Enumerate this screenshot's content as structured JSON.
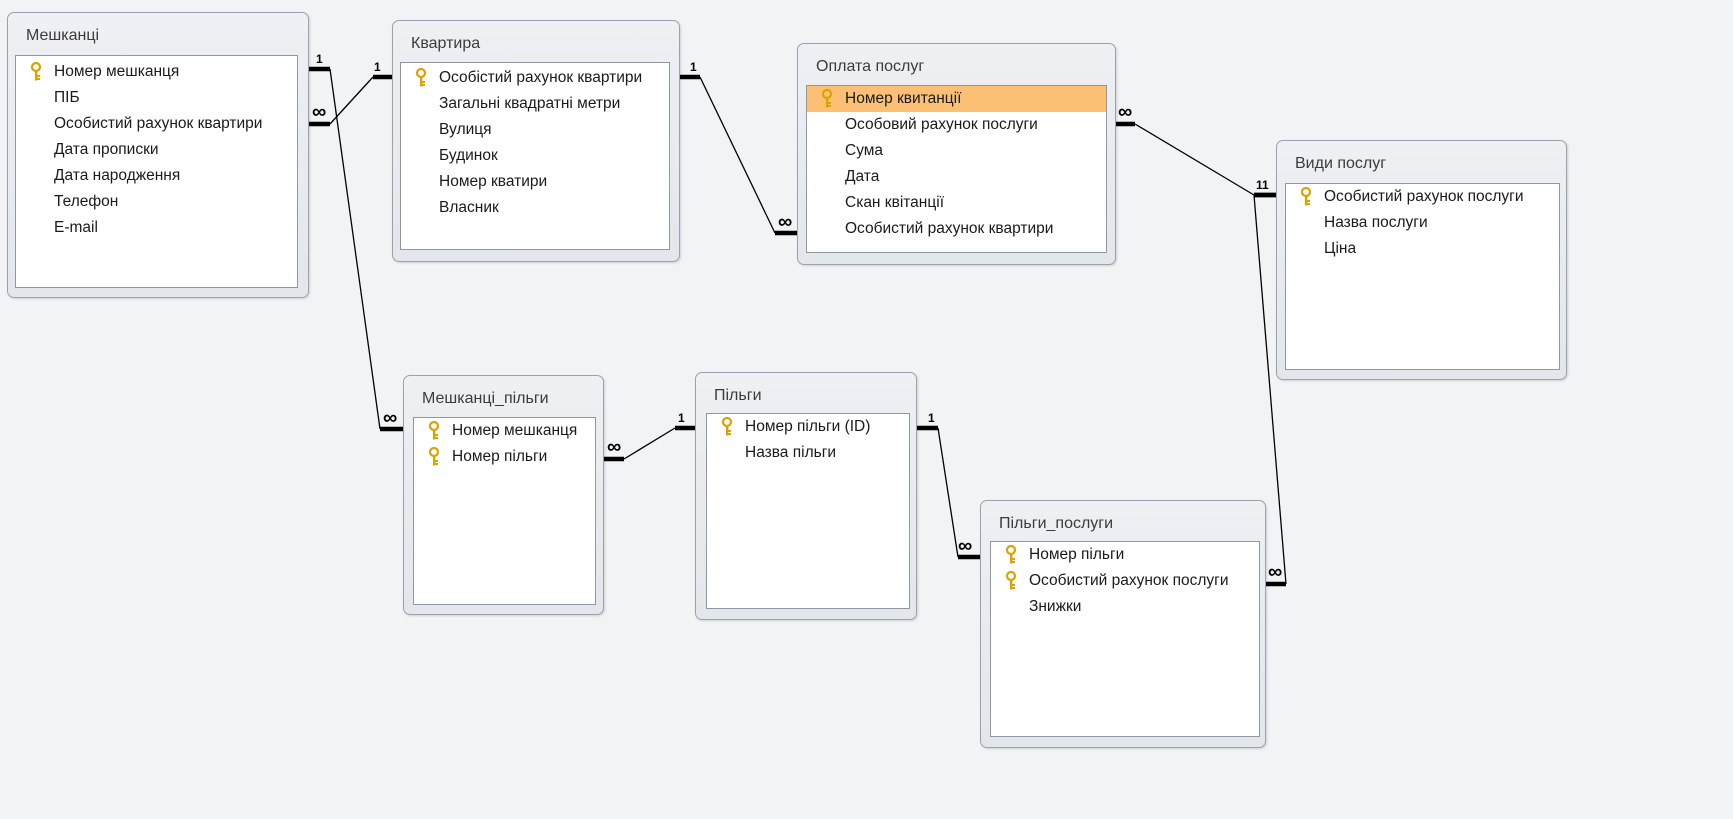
{
  "tables": {
    "meshkantsi": {
      "title": "Мешканці",
      "fields": [
        {
          "name": "Номер мешканця",
          "key": true
        },
        {
          "name": "ПІБ",
          "key": false
        },
        {
          "name": "Особистий рахунок квартири",
          "key": false
        },
        {
          "name": "Дата прописки",
          "key": false
        },
        {
          "name": "Дата народження",
          "key": false
        },
        {
          "name": "Телефон",
          "key": false
        },
        {
          "name": "E-mail",
          "key": false
        }
      ]
    },
    "kvartyra": {
      "title": "Квартира",
      "fields": [
        {
          "name": "Особістий рахунок квартири",
          "key": true
        },
        {
          "name": "Загальні квадратні метри",
          "key": false
        },
        {
          "name": "Вулиця",
          "key": false
        },
        {
          "name": "Будинок",
          "key": false
        },
        {
          "name": "Номер кватири",
          "key": false
        },
        {
          "name": "Власник",
          "key": false
        }
      ]
    },
    "oplata": {
      "title": "Оплата послуг",
      "fields": [
        {
          "name": "Номер квитанції",
          "key": true,
          "selected": true
        },
        {
          "name": "Особовий рахунок послуги",
          "key": false
        },
        {
          "name": "Сума",
          "key": false
        },
        {
          "name": "Дата",
          "key": false
        },
        {
          "name": "Скан квітанції",
          "key": false
        },
        {
          "name": "Особистий рахунок квартири",
          "key": false
        }
      ]
    },
    "vydy": {
      "title": "Види послуг",
      "fields": [
        {
          "name": "Особистий рахунок послуги",
          "key": true
        },
        {
          "name": "Назва послуги",
          "key": false
        },
        {
          "name": "Ціна",
          "key": false
        }
      ]
    },
    "meshkantsi_pilhy": {
      "title": "Мешканці_пільги",
      "fields": [
        {
          "name": "Номер мешканця",
          "key": true
        },
        {
          "name": "Номер пільги",
          "key": true
        }
      ]
    },
    "pilhy": {
      "title": "Пільги",
      "fields": [
        {
          "name": "Номер пільги (ID)",
          "key": true
        },
        {
          "name": "Назва пільги",
          "key": false
        }
      ]
    },
    "pilhy_posluhy": {
      "title": "Пільги_послуги",
      "fields": [
        {
          "name": "Номер пільги",
          "key": true
        },
        {
          "name": "Особистий рахунок послуги",
          "key": true
        },
        {
          "name": "Знижки",
          "key": false
        }
      ]
    }
  },
  "cardinality": {
    "one": "1",
    "many": "∞"
  },
  "colors": {
    "selected_row": "#fbc074",
    "key_icon": "#d9a400",
    "line": "#000000"
  }
}
